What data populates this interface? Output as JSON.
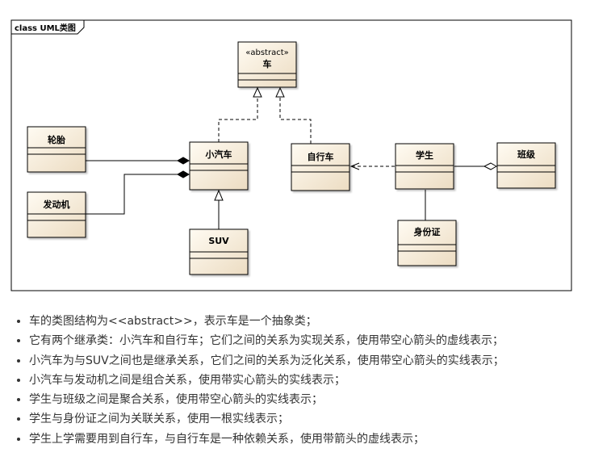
{
  "frame": {
    "title": "class UML类图"
  },
  "classes": {
    "car": {
      "stereotype": "«abstract»",
      "name": "车"
    },
    "tire": {
      "name": "轮胎"
    },
    "engine": {
      "name": "发动机"
    },
    "small_car": {
      "name": "小汽车"
    },
    "suv": {
      "name": "SUV"
    },
    "bicycle": {
      "name": "自行车"
    },
    "student": {
      "name": "学生"
    },
    "class_group": {
      "name": "班级"
    },
    "id_card": {
      "name": "身份证"
    }
  },
  "colors": {
    "class_fill_top": "#fffbf2",
    "class_fill_bottom": "#ecdcc2",
    "line": "#000000",
    "text": "#333333"
  },
  "notes": [
    "车的类图结构为<<abstract>>，表示车是一个抽象类；",
    "它有两个继承类：小汽车和自行车；它们之间的关系为实现关系，使用带空心箭头的虚线表示；",
    "小汽车为与SUV之间也是继承关系，它们之间的关系为泛化关系，使用带空心箭头的实线表示；",
    "小汽车与发动机之间是组合关系，使用带实心箭头的实线表示；",
    "学生与班级之间是聚合关系，使用带空心箭头的实线表示；",
    "学生与身份证之间为关联关系，使用一根实线表示；",
    "学生上学需要用到自行车，与自行车是一种依赖关系，使用带箭头的虚线表示；"
  ]
}
